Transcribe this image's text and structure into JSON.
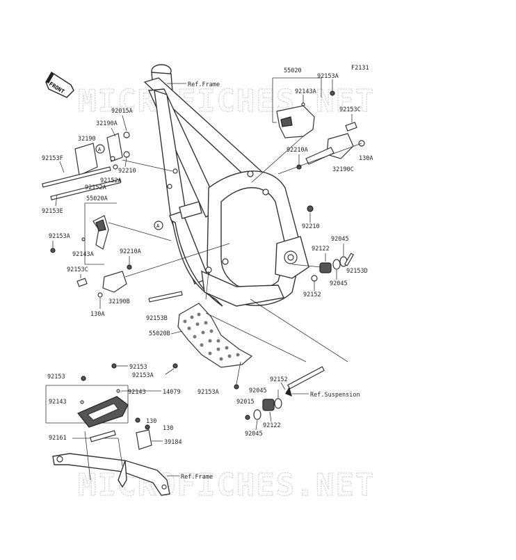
{
  "figure_code": "F2131",
  "front_label": "FRONT",
  "watermark": "MICROFICHES.NET",
  "refs": {
    "frame_top": "Ref.Frame",
    "frame_bottom": "Ref.Frame",
    "suspension": "Ref.Suspension"
  },
  "callout_circle_letter": "A",
  "parts": [
    {
      "id": "55020",
      "text": "55020"
    },
    {
      "id": "92153A_top",
      "text": "92153A"
    },
    {
      "id": "92143A_top",
      "text": "92143A"
    },
    {
      "id": "92153C_right",
      "text": "92153C"
    },
    {
      "id": "130A_right",
      "text": "130A"
    },
    {
      "id": "32190C",
      "text": "32190C"
    },
    {
      "id": "92210A_right",
      "text": "92210A"
    },
    {
      "id": "92210_right",
      "text": "92210"
    },
    {
      "id": "92045_a",
      "text": "92045"
    },
    {
      "id": "92122_a",
      "text": "92122"
    },
    {
      "id": "92153D",
      "text": "92153D"
    },
    {
      "id": "92045_b",
      "text": "92045"
    },
    {
      "id": "92152_a",
      "text": "92152"
    },
    {
      "id": "92015A",
      "text": "92015A"
    },
    {
      "id": "32190A",
      "text": "32190A"
    },
    {
      "id": "32190",
      "text": "32190"
    },
    {
      "id": "92153F",
      "text": "92153F"
    },
    {
      "id": "92210_left",
      "text": "92210"
    },
    {
      "id": "92152A",
      "text": "92152A"
    },
    {
      "id": "92152A_b",
      "text": "92152A"
    },
    {
      "id": "92153E",
      "text": "92153E"
    },
    {
      "id": "55020A",
      "text": "55020A"
    },
    {
      "id": "92153A_left",
      "text": "92153A"
    },
    {
      "id": "92143A_left",
      "text": "92143A"
    },
    {
      "id": "92210A_left",
      "text": "92210A"
    },
    {
      "id": "92153C_left",
      "text": "92153C"
    },
    {
      "id": "32190B",
      "text": "32190B"
    },
    {
      "id": "130A_left",
      "text": "130A"
    },
    {
      "id": "92153B",
      "text": "92153B"
    },
    {
      "id": "55020B",
      "text": "55020B"
    },
    {
      "id": "92153A_plate",
      "text": "92153A"
    },
    {
      "id": "92153_a",
      "text": "92153"
    },
    {
      "id": "92153_b",
      "text": "92153"
    },
    {
      "id": "92143_a",
      "text": "92143"
    },
    {
      "id": "92143_b",
      "text": "92143"
    },
    {
      "id": "14079",
      "text": "14079"
    },
    {
      "id": "92161",
      "text": "92161"
    },
    {
      "id": "130_a",
      "text": "130"
    },
    {
      "id": "130_b",
      "text": "130"
    },
    {
      "id": "39184",
      "text": "39184"
    },
    {
      "id": "92153A_bottom",
      "text": "92153A"
    },
    {
      "id": "92152_b",
      "text": "92152"
    },
    {
      "id": "92045_c",
      "text": "92045"
    },
    {
      "id": "92015",
      "text": "92015"
    },
    {
      "id": "92122_b",
      "text": "92122"
    },
    {
      "id": "92045_d",
      "text": "92045"
    }
  ]
}
